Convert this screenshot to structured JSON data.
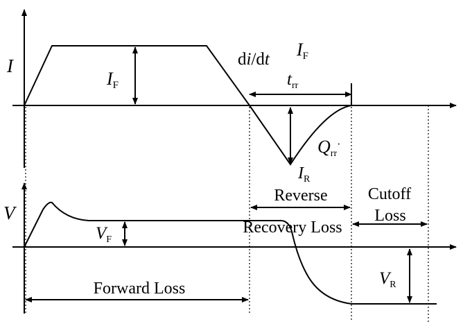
{
  "top_plot": {
    "axis_label": "I",
    "forward_current": {
      "main": "I",
      "sub": "F"
    },
    "slope_label": {
      "d1": "d",
      "i": "i",
      "slash": "/d",
      "t": "t"
    },
    "peak_label": {
      "main": "I",
      "sub": "F"
    },
    "recovery_time": {
      "main": "t",
      "sub": "rr"
    },
    "recovery_charge": {
      "main": "Q",
      "sub": "rr",
      "dot": "·"
    },
    "reverse_peak": {
      "main": "I",
      "sub": "R"
    }
  },
  "bottom_plot": {
    "axis_label": "V",
    "forward_voltage": {
      "main": "V",
      "sub": "F"
    },
    "reverse_voltage": {
      "main": "V",
      "sub": "R"
    }
  },
  "regions": {
    "reverse_line1": "Reverse",
    "reverse_line2": "Recovery Loss",
    "cutoff_line1": "Cutoff",
    "cutoff_line2": "Loss",
    "forward": "Forward Loss"
  },
  "colors": {
    "ink": "#000000",
    "background": "#ffffff"
  }
}
